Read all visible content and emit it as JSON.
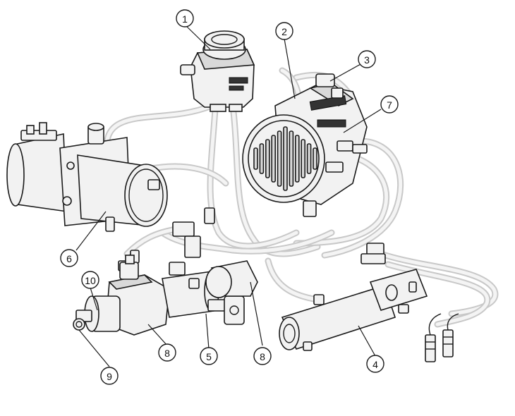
{
  "callouts": [
    {
      "id": "1",
      "label": "1"
    },
    {
      "id": "2",
      "label": "2"
    },
    {
      "id": "3",
      "label": "3"
    },
    {
      "id": "4",
      "label": "4"
    },
    {
      "id": "5",
      "label": "5"
    },
    {
      "id": "6",
      "label": "6"
    },
    {
      "id": "7",
      "label": "7"
    },
    {
      "id": "8a",
      "label": "8"
    },
    {
      "id": "8b",
      "label": "8"
    },
    {
      "id": "9",
      "label": "9"
    },
    {
      "id": "10",
      "label": "10"
    }
  ]
}
